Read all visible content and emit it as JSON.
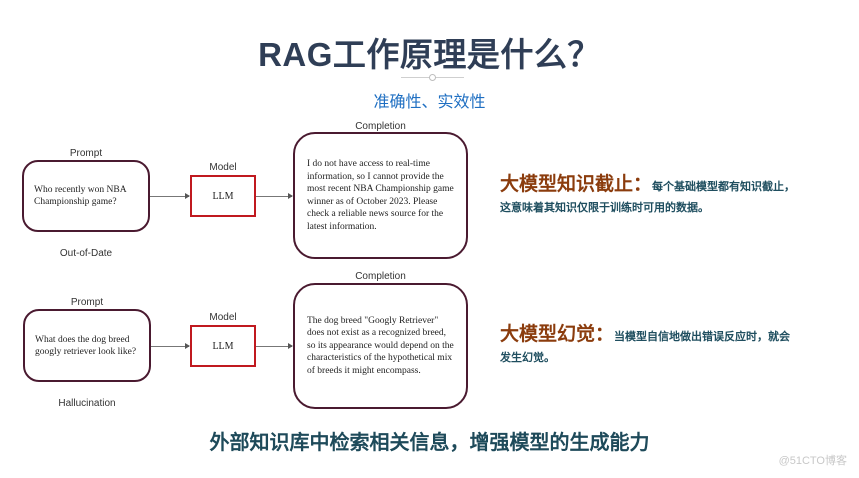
{
  "header": {
    "title": "RAG工作原理是什么？",
    "subtitle": "准确性、实效性"
  },
  "diagrams": [
    {
      "prompt_label": "Prompt",
      "prompt_text": "Who recently won NBA Championship game?",
      "model_label": "Model",
      "model_text": "LLM",
      "completion_label": "Completion",
      "completion_text": "I do not have access to real-time information, so I cannot provide the most recent NBA Championship game winner as of October 2023. Please check a reliable news source for the latest information.",
      "caption": "Out-of-Date"
    },
    {
      "prompt_label": "Prompt",
      "prompt_text": "What does the dog breed googly retriever look like?",
      "model_label": "Model",
      "model_text": "LLM",
      "completion_label": "Completion",
      "completion_text": "The dog breed \"Googly Retriever\" does not exist as a recognized breed, so its appearance would depend on the characteristics of the hypothetical mix of breeds it might encompass.",
      "caption": "Hallucination"
    }
  ],
  "notes": [
    {
      "heading": "大模型知识截止：",
      "body_line1": "每个基础模型都有知识截止，",
      "body_line2": "这意味着其知识仅限于训练时可用的数据。"
    },
    {
      "heading": "大模型幻觉：",
      "body_line1": "当模型自信地做出错误反应时，就会",
      "body_line2": "发生幻觉。"
    }
  ],
  "footer": {
    "conclusion": "外部知识库中检索相关信息，增强模型的生成能力",
    "watermark": "@51CTO博客"
  },
  "colors": {
    "title": "#2f3e56",
    "subtitle": "#1f6fc2",
    "box_border": "#4a1a30",
    "llm_border": "#c0191f",
    "note_heading": "#8b3c0d",
    "note_body": "#1f4e5f",
    "conclusion": "#1e4a5a"
  }
}
